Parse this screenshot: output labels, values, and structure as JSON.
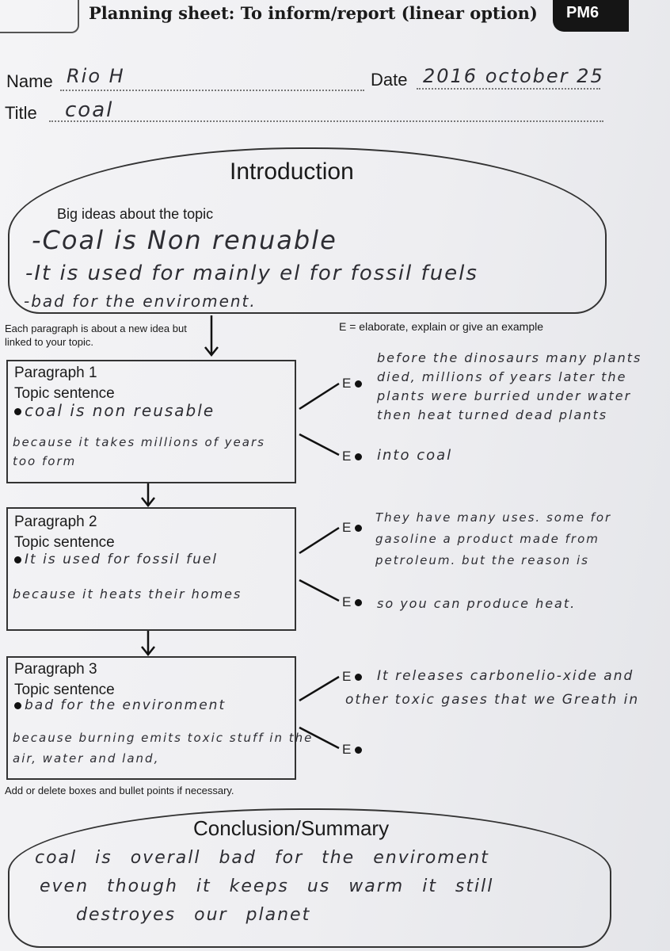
{
  "header": {
    "title": "Planning sheet: To inform/report (linear option)",
    "badge": "PM6"
  },
  "fields": {
    "name_label": "Name",
    "name_value": "Rio H",
    "date_label": "Date",
    "date_value": "2016 october 25",
    "title_label": "Title",
    "title_value": "coal"
  },
  "introduction": {
    "heading": "Introduction",
    "prompt": "Big ideas about the topic",
    "lines": [
      "-Coal is Non renuable",
      "-It is used for mainly el for fossil fuels",
      "-bad for the enviroment."
    ]
  },
  "notes": {
    "left": "Each paragraph is about a new idea but linked to your topic.",
    "right": "E = elaborate, explain or give an example",
    "bottom": "Add or delete boxes and bullet points if necessary."
  },
  "paragraphs": [
    {
      "title": "Paragraph 1",
      "sub": "Topic sentence",
      "sentence": "coal is non reusable",
      "because": "because it takes millions of years too form",
      "e_label": "E",
      "e1": "before the dinosaurs many plants died, millions of years later the plants were burried under water then heat turned dead plants",
      "e2": "into coal"
    },
    {
      "title": "Paragraph 2",
      "sub": "Topic sentence",
      "sentence": "It is used for fossil fuel",
      "because": "because it heats their homes",
      "e_label": "E",
      "e1": "They have many uses. some for gasoline a product made from petroleum. but the reason is",
      "e2": "so you can produce heat."
    },
    {
      "title": "Paragraph 3",
      "sub": "Topic sentence",
      "sentence": "bad for the environment",
      "because": "because burning emits toxic stuff in the air, water and land,",
      "e_label": "E",
      "e1": "It releases carbonelio-xide and other toxic gases that we Greath in",
      "e2": ""
    }
  ],
  "conclusion": {
    "heading": "Conclusion/Summary",
    "lines": [
      "coal is overall bad for the enviroment",
      "even though it keeps us warm it still",
      "destroyes our planet"
    ]
  }
}
